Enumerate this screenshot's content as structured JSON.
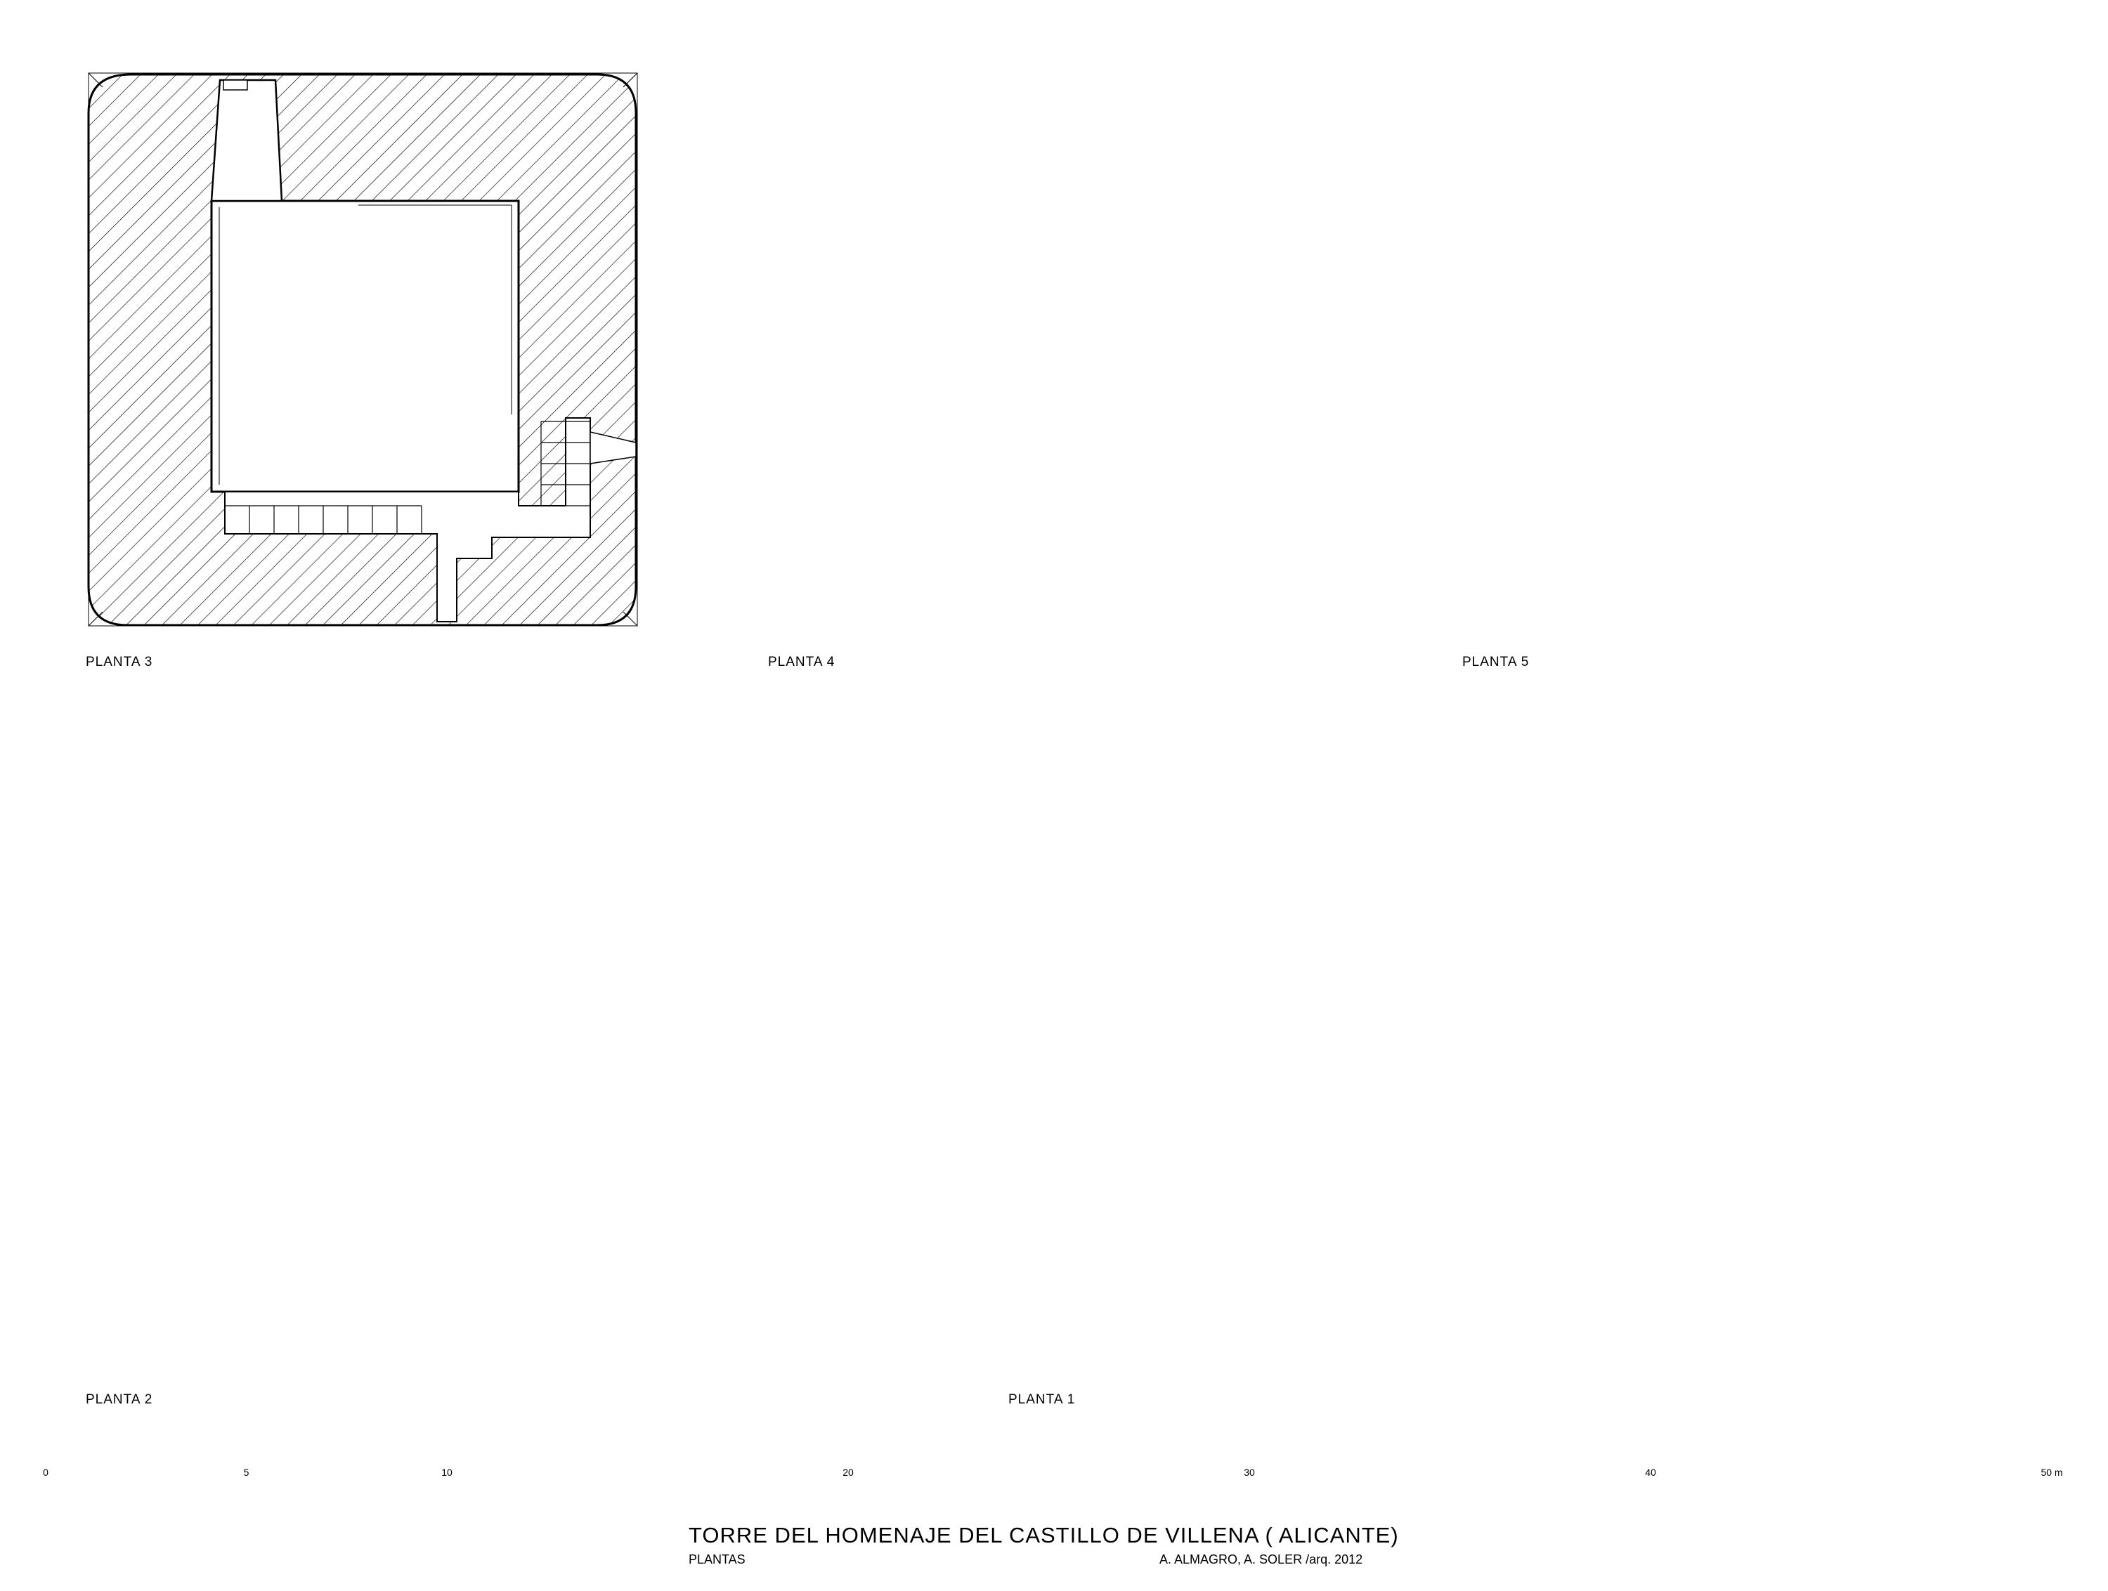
{
  "plans": {
    "p3": {
      "label": "PLANTA  3"
    },
    "p4": {
      "label": "PLANTA  4"
    },
    "p5": {
      "label": "PLANTA  5"
    },
    "p2": {
      "label": "PLANTA  2"
    },
    "p1": {
      "label": "PLANTA  1"
    }
  },
  "scale": {
    "ticks": [
      "0",
      "5",
      "10",
      "20",
      "30",
      "40",
      "50 m"
    ],
    "tick_values": [
      0,
      5,
      10,
      20,
      30,
      40,
      50
    ]
  },
  "title_block": {
    "title": "TORRE DEL HOMENAJE DEL CASTILLO DE VILLENA   ( ALICANTE)",
    "subtitle": "PLANTAS",
    "credits": "A. ALMAGRO, A. SOLER /arq. 2012"
  },
  "colors": {
    "ink": "#000000",
    "paper": "#ffffff"
  }
}
